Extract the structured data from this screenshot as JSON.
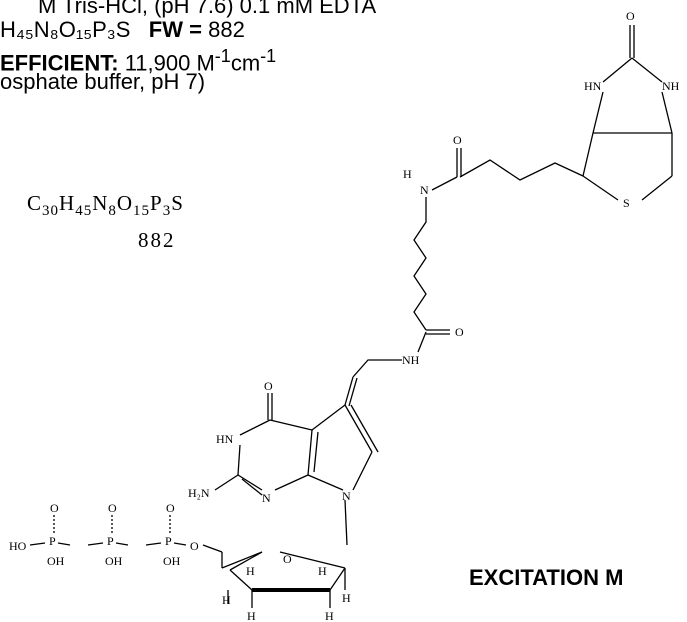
{
  "header": {
    "line1": "M Tris-HCl, (pH 7.6) 0.1 mM EDTA",
    "line2_formula": "H₄₅N₈O₁₅P₃S",
    "line2_fw_label": "FW =",
    "line2_fw_value": "882",
    "line3_label": "EFFICIENT:",
    "line3_value": "11,900 M",
    "line3_exp1": "-1",
    "line3_unit": "cm",
    "line3_exp2": "-1",
    "line4": "osphate buffer, pH  7)"
  },
  "formula": {
    "c": "C",
    "c_n": "30",
    "h": "H",
    "h_n": "45",
    "n": "N",
    "n_n": "8",
    "o": "O",
    "o_n": "15",
    "p": "P",
    "p_n": "3",
    "s": "S"
  },
  "mw": "882",
  "footer": {
    "excitation": "EXCITATION M"
  },
  "atoms": {
    "o_top": "O",
    "hn_left": "HN",
    "nh_right": "NH",
    "s_ring": "S",
    "h_amide": "H",
    "n_amide": "N",
    "o_amide": "O",
    "o_amide2": "O",
    "nh_amide2": "NH",
    "o_keto": "O",
    "hn_ring": "HN",
    "h2n": "H₂N",
    "n_ring": "N",
    "n_glyc": "N",
    "p1": "P",
    "p2": "P",
    "p3": "P",
    "ho": "HO",
    "o1": "O",
    "o2": "O",
    "o3": "O",
    "o4": "O",
    "oh1": "OH",
    "oh2": "OH",
    "oh3": "OH",
    "o_sugar": "O",
    "h1": "H",
    "h2": "H",
    "h3": "H",
    "h4": "H",
    "h5": "H",
    "h6": "H"
  }
}
